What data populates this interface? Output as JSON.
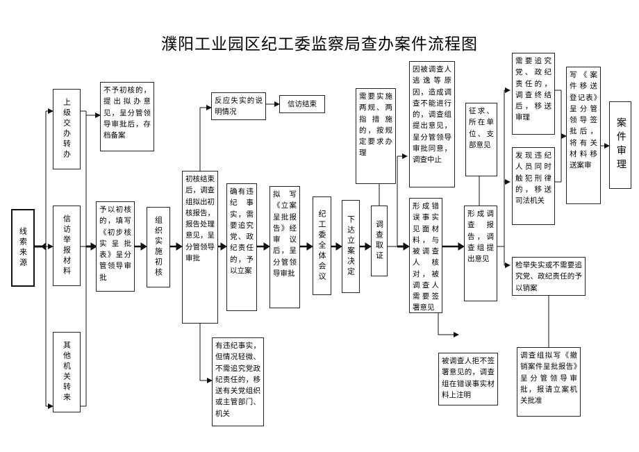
{
  "title": "濮阳工业园区纪工委监察局查办案件流程图",
  "nodes": {
    "source": "线索来源",
    "superior": "上级交办转办",
    "report": "信访举报材料",
    "other": "其他机关转来",
    "no_verify": "不予初核的，提出拟办意见，呈分管领导审批后，存档备案",
    "pre_verify": "予以初核的，填写《初步核实呈批表》呈分管领导审批",
    "organize": "组织实施初核",
    "verify_end": "初核结束后，调查组拟出初核报告，报告处理意见，呈分管领导审批",
    "feedback": "反应失实的说明情况",
    "petition_end": "信访结束",
    "minor": "有违纪事实，但情况轻微、不需追究党政纪责任的，移送有关党组织或主管部门、机关",
    "need_case": "确有违纪事实，需要追究党、政纪责任的，予以立案",
    "draft_case": "拟写《立案呈批报告》经审议后，呈分管领导审批",
    "committee": "纪工委全体会议",
    "decision": "下达立案决定",
    "investigate": "调查取证",
    "two_measures": "需要实施两规、两指措施的，按规定要求办理",
    "suspend": "因被调查人逃逸等原因，造成调查不能进行的，调查组提出意见，呈分管领导审批同意，调查中止",
    "error_material": "形成错误事实见面材料，与被调查人核对，被调查人需要签署意见",
    "refuse_sign": "被调查人拒不签署意见的，调查组在错误事实材料上注明",
    "form_report": "形成调查报告，调查组提出意见",
    "consult": "征求、所在单位、支部意见",
    "pursue": "需要追究党、政纪责任的，调查终结后，移送审理",
    "criminal": "发现违纪人员同时触犯刑律的，移送司法机关",
    "not_true": "检举失实或不需要追究党、政纪责任的予以销案",
    "cancel": "调查组拟写《撤销案件呈批报告》呈分管领导审批，报请立案机关批准",
    "transfer_report": "写《案件移送登记表》呈分管领导签批后，将有关材料移送案审",
    "trial": "案件审理"
  }
}
